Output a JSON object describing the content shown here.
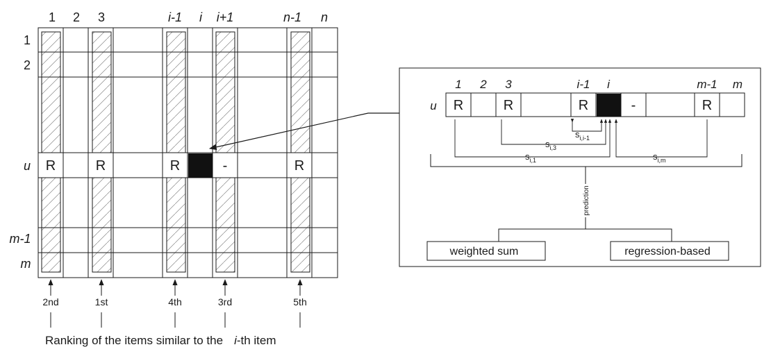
{
  "matrix": {
    "column_labels": [
      "1",
      "2",
      "3",
      "i-1",
      "i",
      "i+1",
      "n-1",
      "n"
    ],
    "row_labels": [
      "1",
      "2",
      "u",
      "m-1",
      "m"
    ],
    "cells": [
      "R",
      "R",
      "R",
      "-",
      "R"
    ],
    "ranks": [
      "2nd",
      "1st",
      "4th",
      "3rd",
      "5th"
    ],
    "caption_prefix": "Ranking of the items similar to the",
    "caption_var": "i",
    "caption_suffix": "-th item"
  },
  "detail": {
    "column_labels": [
      "1",
      "2",
      "3",
      "i-1",
      "i",
      "m-1",
      "m"
    ],
    "row_label": "u",
    "cells": [
      "R",
      "R",
      "R",
      "-",
      "R"
    ],
    "similarities": [
      {
        "base": "s",
        "sub": "i,i-1"
      },
      {
        "base": "s",
        "sub": "i,3"
      },
      {
        "base": "s",
        "sub": "i,1"
      },
      {
        "base": "s",
        "sub": "i,m"
      }
    ],
    "prediction_label": "prediction",
    "methods": [
      "weighted sum",
      "regression-based"
    ]
  },
  "colors": {
    "ink": "#1a1a1a",
    "active_cell": "#111111",
    "hatch": "#8a8a8a"
  }
}
